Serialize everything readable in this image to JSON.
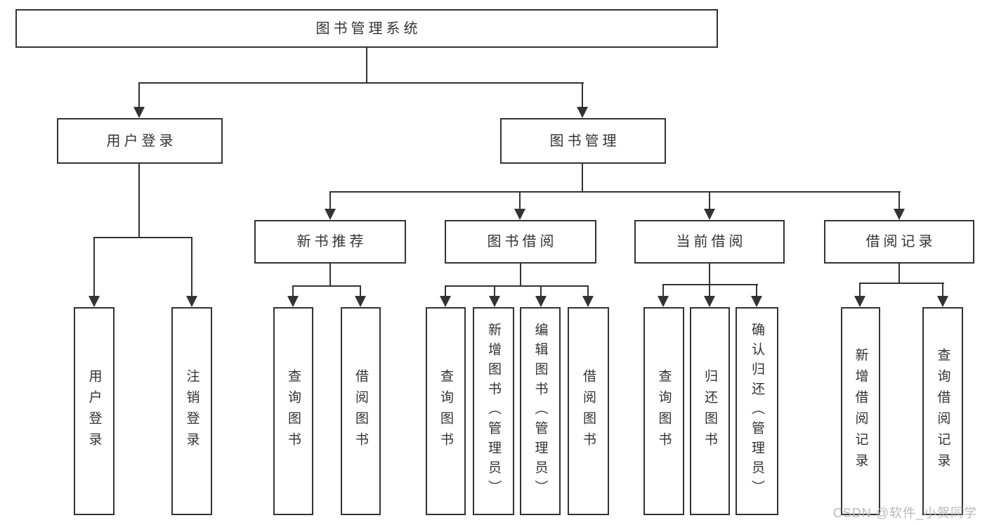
{
  "diagram": {
    "root": {
      "label": "图书管理系统"
    },
    "level2": [
      {
        "id": "user-login",
        "label": "用户登录"
      },
      {
        "id": "book-management",
        "label": "图书管理"
      }
    ],
    "level3": [
      {
        "id": "new-book-recommend",
        "label": "新书推荐"
      },
      {
        "id": "book-borrowing",
        "label": "图书借阅"
      },
      {
        "id": "current-borrowing",
        "label": "当前借阅"
      },
      {
        "id": "borrowing-records",
        "label": "借阅记录"
      }
    ],
    "leaves": {
      "user_login": [
        "用户登录",
        "注销登录"
      ],
      "new_book": [
        "查询图书",
        "借阅图书"
      ],
      "book_borrow": [
        "查询图书",
        "新增图书（管理员）",
        "编辑图书（管理员）",
        "借阅图书"
      ],
      "current_borrow": [
        "查询图书",
        "归还图书",
        "确认归还（管理员）"
      ],
      "borrow_record": [
        "新增借阅记录",
        "查询借阅记录"
      ]
    }
  },
  "watermark": "CSDN @软件_小贺同学",
  "colors": {
    "line": "#333333",
    "text": "#333333",
    "box_background": "#ffffff",
    "watermark": "#b8b8b8",
    "page_background": "#ffffff"
  }
}
